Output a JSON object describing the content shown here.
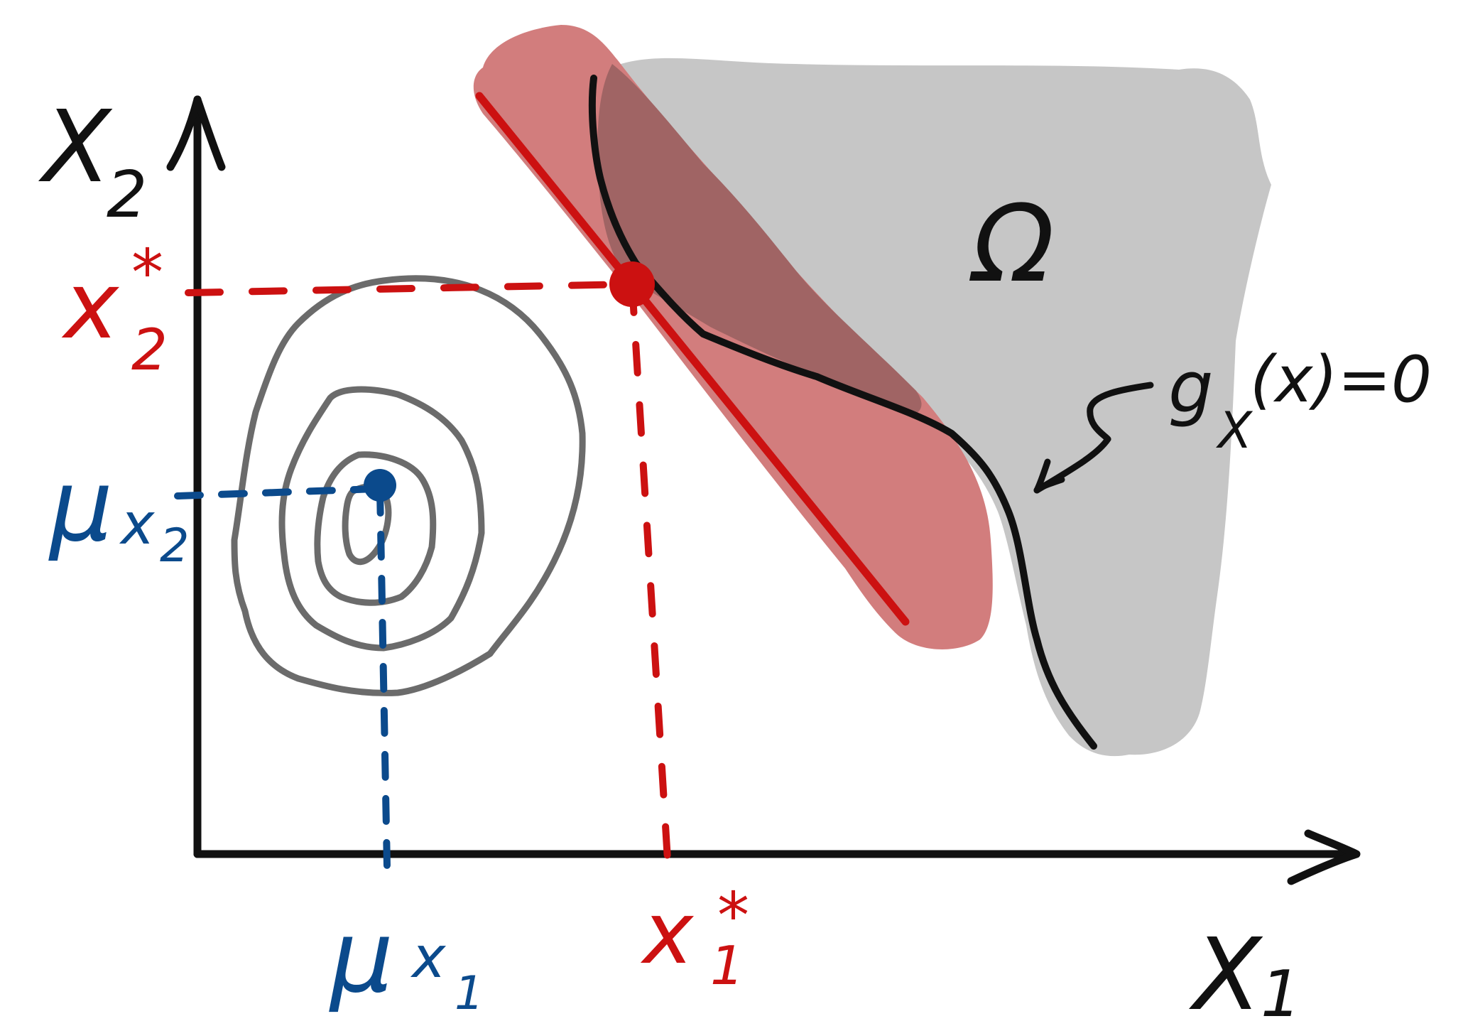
{
  "axes": {
    "x_label": "X",
    "x_sub": "1",
    "y_label": "X",
    "y_sub": "2"
  },
  "region": {
    "symbol": "Ω"
  },
  "constraint": {
    "label_main": "g",
    "label_sub": "X",
    "label_rest": "(x)=0"
  },
  "optimum": {
    "x1_label": "x",
    "x1_sub": "1",
    "x1_sup": "*",
    "x2_label": "x",
    "x2_sub": "2",
    "x2_sup": "*"
  },
  "mean": {
    "x1_label": "μ",
    "x1_sub": "x",
    "x1_subsub": "1",
    "x2_label": "μ",
    "x2_sub": "x",
    "x2_subsub": "2"
  },
  "colors": {
    "axis": "#111111",
    "region_fill": "#c6c6c6",
    "linearization_band": "#d27d7d",
    "overlap": "#a06464",
    "contour": "#6b6b6b",
    "red": "#cc1111",
    "blue": "#0b4a8c"
  }
}
